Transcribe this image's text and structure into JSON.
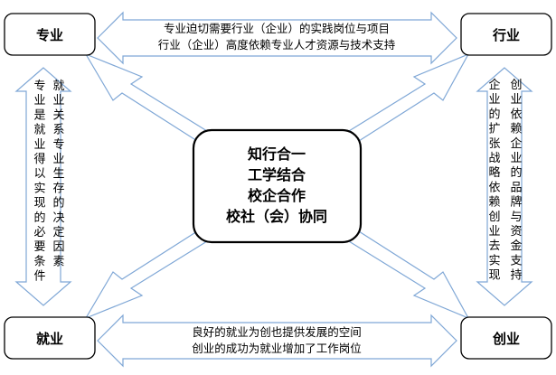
{
  "nodes": {
    "top_left": "专业",
    "top_right": "行业",
    "bottom_left": "就业",
    "bottom_right": "创业"
  },
  "center": {
    "lines": [
      "知行合一",
      "工学结合",
      "校企合作",
      "校社（会）协同"
    ]
  },
  "arrows": {
    "top": {
      "lines": [
        "专业迫切需要行业（企业）的实践岗位与项目",
        "行业（企业）高度依赖专业人才资源与技术支持"
      ]
    },
    "bottom": {
      "lines": [
        "良好的就业为创也提供发展的空间",
        "创业的成功为就业增加了工作岗位"
      ]
    },
    "left": {
      "columns": [
        "就业关系专业生存的决定因素",
        "专业是就业得以实现的必要条件"
      ]
    },
    "right": {
      "columns": [
        "创业依赖企业的品牌与资金支持",
        "企业的扩张战略依赖创业去实现"
      ]
    }
  },
  "colors": {
    "arrow_outline": "#7fa7d6",
    "box_outline": "#000000",
    "background": "#ffffff"
  }
}
